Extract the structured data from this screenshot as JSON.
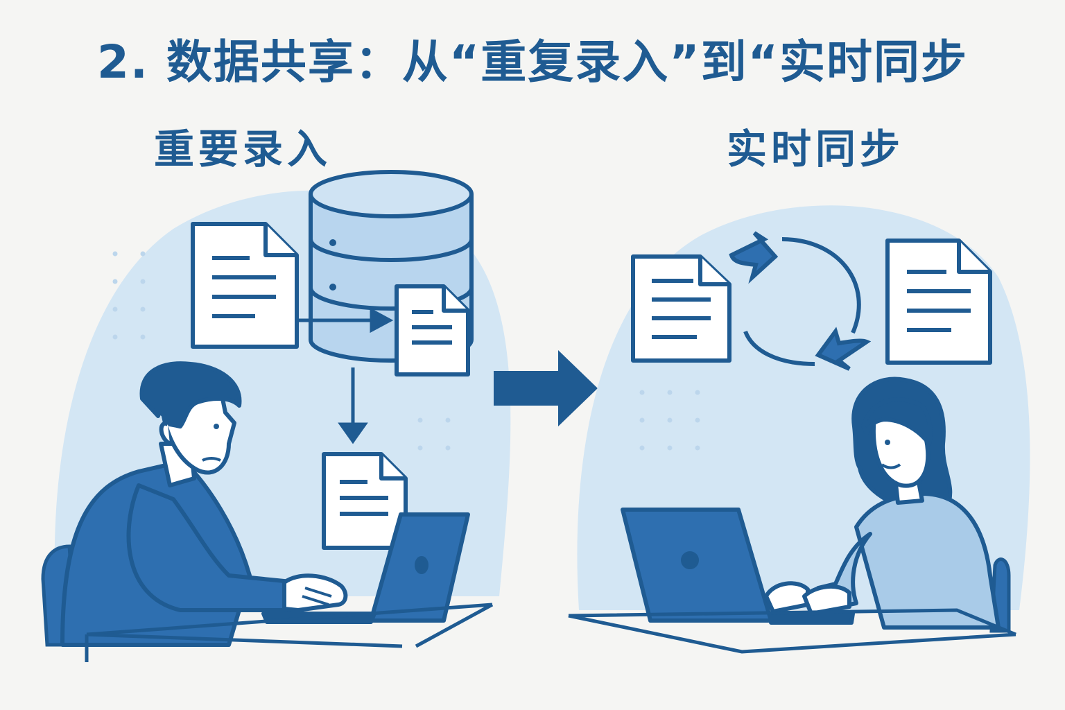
{
  "title": "2. 数据共享：从“重复录入”到“实时同步",
  "left_panel": {
    "label": "重要录入"
  },
  "right_panel": {
    "label": "实时同步"
  },
  "colors": {
    "primary": "#1f5b92",
    "accent": "#2e6fb0",
    "light_blue": "#cfe3f3",
    "mid_blue": "#a9cbe8",
    "background": "#f5f5f3",
    "paper": "#ffffff"
  },
  "icons": {
    "database": "database-icon",
    "document": "document-icon",
    "transition_arrow": "arrow-right-icon",
    "sync": "sync-cycle-icon",
    "laptop": "laptop-icon",
    "person": "person-icon"
  }
}
